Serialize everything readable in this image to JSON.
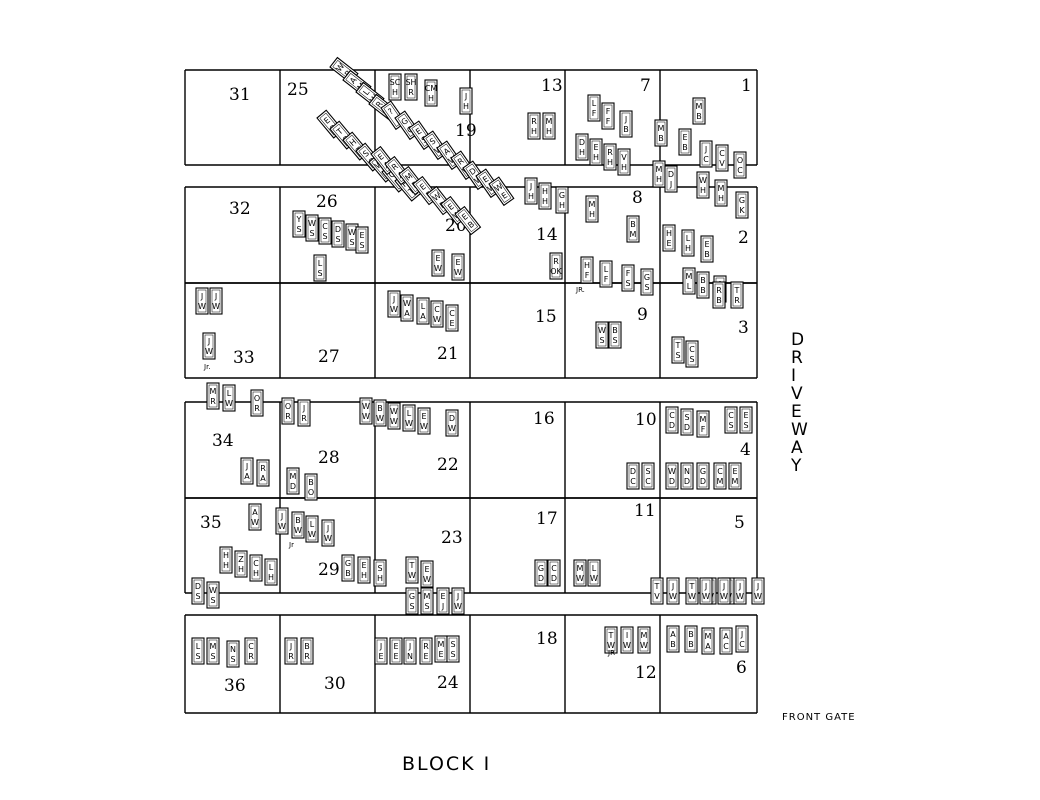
{
  "title": "BLOCK I",
  "front_gate": "FRONT GATE",
  "driveway": [
    "D",
    "R",
    "I",
    "V",
    "E",
    "W",
    "A",
    "Y"
  ],
  "lot_numbers": [
    "31",
    "25",
    "19",
    "13",
    "7",
    "1",
    "32",
    "26",
    "20",
    "14",
    "8",
    "2",
    "33",
    "27",
    "21",
    "15",
    "9",
    "3",
    "34",
    "28",
    "22",
    "16",
    "10",
    "4",
    "35",
    "29",
    "23",
    "17",
    "11",
    "5",
    "36",
    "30",
    "24",
    "18",
    "12",
    "6"
  ],
  "stones": [
    {
      "t1": "W",
      "t2": "B"
    },
    {
      "t1": "A",
      "t2": "M"
    },
    {
      "t1": "L",
      "t2": "W"
    },
    {
      "t1": "R",
      "t2": "H"
    },
    {
      "t1": "E",
      "t2": "B"
    },
    {
      "t1": "T",
      "t2": "B"
    },
    {
      "t1": "H",
      "t2": "T"
    },
    {
      "t1": "S",
      "t2": "B"
    },
    {
      "t1": "W",
      "t2": "J"
    },
    {
      "t1": "C",
      "t2": "S"
    },
    {
      "t1": "H",
      "t2": "T"
    },
    {
      "t1": "?",
      "t2": ""
    },
    {
      "t1": "G",
      "t2": "G"
    },
    {
      "t1": "E",
      "t2": "S"
    },
    {
      "t1": "S",
      "t2": "W"
    },
    {
      "t1": "A",
      "t2": "W"
    },
    {
      "t1": "R",
      "t2": "W"
    },
    {
      "t1": "D",
      "t2": "W"
    },
    {
      "t1": "E",
      "t2": "W"
    },
    {
      "t1": "W",
      "t2": "E"
    },
    {
      "t1": "E",
      "t2": "A"
    },
    {
      "t1": "R",
      "t2": "A"
    },
    {
      "t1": "M",
      "t2": "B"
    },
    {
      "t1": "E",
      "t2": "E"
    },
    {
      "t1": "W",
      "t2": "D"
    },
    {
      "t1": "E",
      "t2": "W"
    },
    {
      "t1": "E",
      "t2": "B"
    },
    {
      "t1": "SC",
      "t2": "H"
    },
    {
      "t1": "SH",
      "t2": "R"
    },
    {
      "t1": "CM",
      "t2": "H"
    },
    {
      "t1": "J",
      "t2": "H"
    },
    {
      "t1": "R",
      "t2": "H"
    },
    {
      "t1": "M",
      "t2": "H"
    },
    {
      "t1": "L",
      "t2": "F"
    },
    {
      "t1": "F",
      "t2": "F"
    },
    {
      "t1": "J",
      "t2": "B"
    },
    {
      "t1": "D",
      "t2": "H"
    },
    {
      "t1": "E",
      "t2": "H"
    },
    {
      "t1": "R",
      "t2": "H"
    },
    {
      "t1": "V",
      "t2": "H"
    },
    {
      "t1": "M",
      "t2": "B"
    },
    {
      "t1": "M",
      "t2": "B"
    },
    {
      "t1": "E",
      "t2": "B"
    },
    {
      "t1": "J",
      "t2": "C"
    },
    {
      "t1": "C",
      "t2": "V"
    },
    {
      "t1": "O",
      "t2": "C"
    },
    {
      "t1": "M",
      "t2": "H"
    },
    {
      "t1": "D",
      "t2": "J"
    },
    {
      "t1": "W",
      "t2": "H"
    },
    {
      "t1": "M",
      "t2": "H"
    },
    {
      "t1": "G",
      "t2": "K"
    },
    {
      "t1": "Y",
      "t2": "S"
    },
    {
      "t1": "W",
      "t2": "S"
    },
    {
      "t1": "C",
      "t2": "S"
    },
    {
      "t1": "D",
      "t2": "S"
    },
    {
      "t1": "W",
      "t2": "S"
    },
    {
      "t1": "E",
      "t2": "S"
    },
    {
      "t1": "L",
      "t2": "S"
    },
    {
      "t1": "E",
      "t2": "W"
    },
    {
      "t1": "E",
      "t2": "W"
    },
    {
      "t1": "J",
      "t2": "H"
    },
    {
      "t1": "H",
      "t2": "H"
    },
    {
      "t1": "G",
      "t2": "H"
    },
    {
      "t1": "M",
      "t2": "H"
    },
    {
      "t1": "B",
      "t2": "M"
    },
    {
      "t1": "R",
      "t2": "OK"
    },
    {
      "t1": "H",
      "t2": "F"
    },
    {
      "t1": "L",
      "t2": "F"
    },
    {
      "t1": "F",
      "t2": "S"
    },
    {
      "t1": "G",
      "t2": "S"
    },
    {
      "t1": "H",
      "t2": "E"
    },
    {
      "t1": "L",
      "t2": "H"
    },
    {
      "t1": "E",
      "t2": "B"
    },
    {
      "t1": "J",
      "t2": "W"
    },
    {
      "t1": "J",
      "t2": "W"
    },
    {
      "t1": "J",
      "t2": "W"
    },
    {
      "t1": "J",
      "t2": "W"
    },
    {
      "t1": "W",
      "t2": "A"
    },
    {
      "t1": "L",
      "t2": "A"
    },
    {
      "t1": "C",
      "t2": "W"
    },
    {
      "t1": "C",
      "t2": "E"
    },
    {
      "t1": "W",
      "t2": "S"
    },
    {
      "t1": "B",
      "t2": "S"
    },
    {
      "t1": "M",
      "t2": "L"
    },
    {
      "t1": "B",
      "t2": "B"
    },
    {
      "t1": "A",
      "t2": "A"
    },
    {
      "t1": "T",
      "t2": "R"
    },
    {
      "t1": "R",
      "t2": "B"
    },
    {
      "t1": "T",
      "t2": "S"
    },
    {
      "t1": "C",
      "t2": "S"
    },
    {
      "t1": "M",
      "t2": "R"
    },
    {
      "t1": "L",
      "t2": "W"
    },
    {
      "t1": "O",
      "t2": "R"
    },
    {
      "t1": "O",
      "t2": "R"
    },
    {
      "t1": "J",
      "t2": "R"
    },
    {
      "t1": "W",
      "t2": "W"
    },
    {
      "t1": "B",
      "t2": "W"
    },
    {
      "t1": "W",
      "t2": "W"
    },
    {
      "t1": "L",
      "t2": "W"
    },
    {
      "t1": "E",
      "t2": "W"
    },
    {
      "t1": "D",
      "t2": "W"
    },
    {
      "t1": "C",
      "t2": "D"
    },
    {
      "t1": "S",
      "t2": "D"
    },
    {
      "t1": "M",
      "t2": "F"
    },
    {
      "t1": "C",
      "t2": "S"
    },
    {
      "t1": "E",
      "t2": "S"
    },
    {
      "t1": "J",
      "t2": "A"
    },
    {
      "t1": "R",
      "t2": "A"
    },
    {
      "t1": "M",
      "t2": "D"
    },
    {
      "t1": "B",
      "t2": "O"
    },
    {
      "t1": "D",
      "t2": "C"
    },
    {
      "t1": "S",
      "t2": "C"
    },
    {
      "t1": "W",
      "t2": "D"
    },
    {
      "t1": "N",
      "t2": "D"
    },
    {
      "t1": "G",
      "t2": "D"
    },
    {
      "t1": "C",
      "t2": "M"
    },
    {
      "t1": "E",
      "t2": "M"
    },
    {
      "t1": "A",
      "t2": "W"
    },
    {
      "t1": "J",
      "t2": "W"
    },
    {
      "t1": "B",
      "t2": "W"
    },
    {
      "t1": "L",
      "t2": "W"
    },
    {
      "t1": "J",
      "t2": "W"
    },
    {
      "t1": "H",
      "t2": "H"
    },
    {
      "t1": "Z",
      "t2": "H"
    },
    {
      "t1": "C",
      "t2": "H"
    },
    {
      "t1": "L",
      "t2": "H"
    },
    {
      "t1": "D",
      "t2": "S"
    },
    {
      "t1": "W",
      "t2": "S"
    },
    {
      "t1": "G",
      "t2": "B"
    },
    {
      "t1": "E",
      "t2": "H"
    },
    {
      "t1": "S",
      "t2": "H"
    },
    {
      "t1": "T",
      "t2": "W"
    },
    {
      "t1": "E",
      "t2": "W"
    },
    {
      "t1": "G",
      "t2": "S"
    },
    {
      "t1": "M",
      "t2": "S"
    },
    {
      "t1": "E",
      "t2": "J"
    },
    {
      "t1": "J",
      "t2": "W"
    },
    {
      "t1": "G",
      "t2": "D"
    },
    {
      "t1": "C",
      "t2": "D"
    },
    {
      "t1": "M",
      "t2": "W"
    },
    {
      "t1": "L",
      "t2": "W"
    },
    {
      "t1": "T",
      "t2": "V"
    },
    {
      "t1": "J",
      "t2": "W"
    },
    {
      "t1": "T",
      "t2": "W"
    },
    {
      "t1": "S",
      "t2": "W"
    },
    {
      "t1": "J",
      "t2": "W"
    },
    {
      "t1": "L",
      "t2": "S"
    },
    {
      "t1": "M",
      "t2": "S"
    },
    {
      "t1": "N",
      "t2": "S"
    },
    {
      "t1": "C",
      "t2": "R"
    },
    {
      "t1": "J",
      "t2": "R"
    },
    {
      "t1": "B",
      "t2": "R"
    },
    {
      "t1": "J",
      "t2": "E"
    },
    {
      "t1": "E",
      "t2": "E"
    },
    {
      "t1": "J",
      "t2": "N"
    },
    {
      "t1": "R",
      "t2": "E"
    },
    {
      "t1": "M",
      "t2": "E"
    },
    {
      "t1": "S",
      "t2": "S"
    },
    {
      "t1": "T",
      "t2": "W"
    },
    {
      "t1": "I",
      "t2": "W"
    },
    {
      "t1": "M",
      "t2": "W"
    },
    {
      "t1": "A",
      "t2": "B"
    },
    {
      "t1": "B",
      "t2": "B"
    },
    {
      "t1": "M",
      "t2": "A"
    },
    {
      "t1": "A",
      "t2": "C"
    },
    {
      "t1": "J",
      "t2": "C"
    },
    {
      "t1": "J",
      "t2": "W"
    },
    {
      "t1": "J",
      "t2": "W"
    },
    {
      "t1": "J",
      "t2": "W"
    },
    {
      "t1": "J",
      "t2": "W"
    }
  ],
  "notes": [
    "Jr.",
    "JR.",
    "Jr",
    "JR"
  ]
}
